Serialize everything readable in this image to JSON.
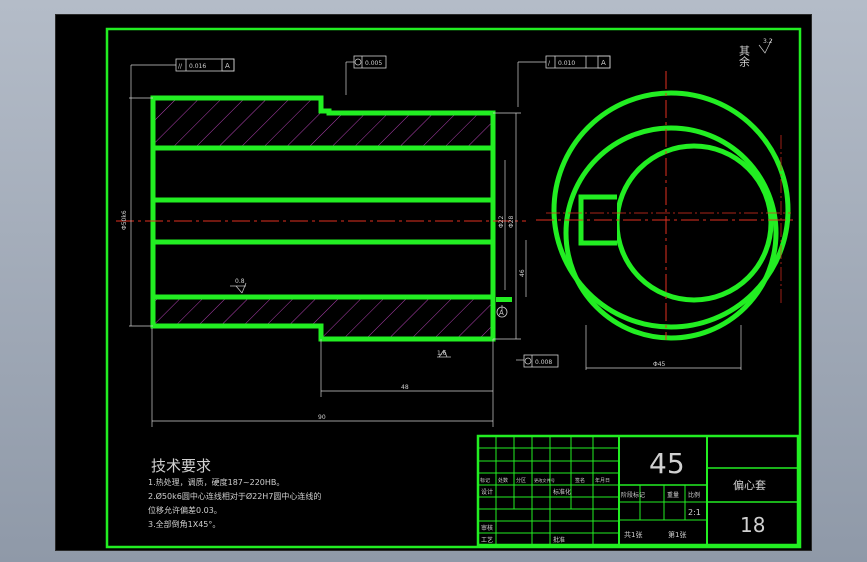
{
  "drawing": {
    "top_right_note": "其余",
    "top_right_roughness": "3.2",
    "tolerance_frames": {
      "left": {
        "symbol": "//",
        "value": "0.016",
        "datum": "A"
      },
      "middle": {
        "value": "0.005"
      },
      "right": {
        "symbol": "/",
        "value": "0.010",
        "datum": "A"
      },
      "bottom": {
        "value": "0.008"
      }
    },
    "roughness_left": "0.8",
    "roughness_bottom": "1.6",
    "left_diameter_label": "Φ50k6",
    "bore_labels": {
      "a": "Φ22",
      "b": "Φ28"
    },
    "right_small_label": "46",
    "end_view_dim": "Φ45",
    "datum_circle": "A",
    "dim_long": "48",
    "dim_total": "90",
    "tech_title": "技术要求",
    "tech_lines": [
      "1.热处理，调质，硬度187~220HB。",
      "2.Ø50k6圆中心连线相对于Ø22H7圆中心连线的",
      "位移允许偏差0.03。",
      "3.全部倒角1X45°。"
    ],
    "title_block": {
      "material": "45",
      "part_name": "偏心套",
      "drawing_no": "18",
      "scale": "2:1",
      "row_marks": [
        "标记",
        "处数",
        "分区",
        "更改文件号",
        "签名",
        "年月日"
      ],
      "design_label": "设计",
      "standard_label": "标准化",
      "stage_labels": [
        "阶段标记",
        "重量",
        "比例"
      ],
      "review_label": "审核",
      "process_label": "工艺",
      "approve_label": "批准",
      "sheets_total": "共1张",
      "sheet_no": "第1张"
    }
  }
}
